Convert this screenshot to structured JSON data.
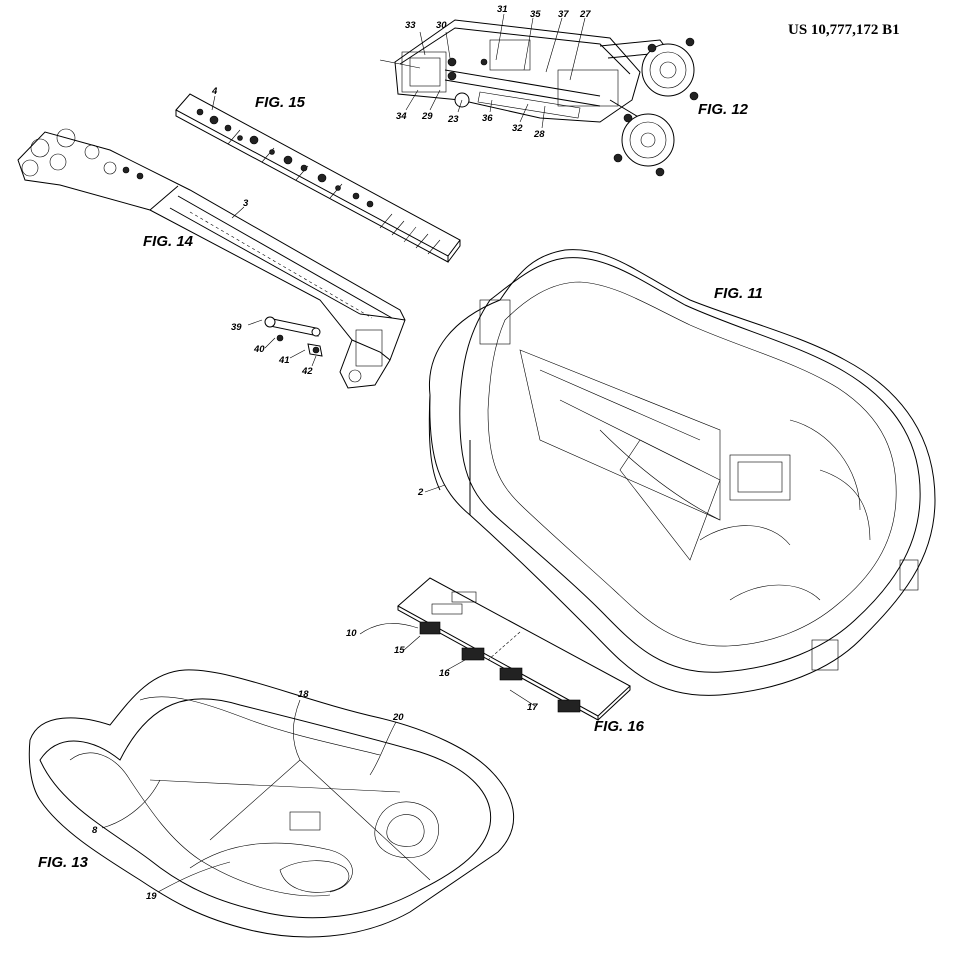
{
  "header": {
    "patent_number": "US 10,777,172 B1"
  },
  "figures": {
    "fig11": "FIG. 11",
    "fig12": "FIG. 12",
    "fig13": "FIG. 13",
    "fig14": "FIG. 14",
    "fig15": "FIG. 15",
    "fig16": "FIG. 16"
  },
  "refs": {
    "r2": "2",
    "r3": "3",
    "r4": "4",
    "r8": "8",
    "r10": "10",
    "r15": "15",
    "r16": "16",
    "r17": "17",
    "r18": "18",
    "r19": "19",
    "r20": "20",
    "r23": "23",
    "r27": "27",
    "r28": "28",
    "r29": "29",
    "r30": "30",
    "r31": "31",
    "r32": "32",
    "r33": "33",
    "r34": "34",
    "r35": "35",
    "r36": "36",
    "r37": "37",
    "r39": "39",
    "r40": "40",
    "r41": "41",
    "r42": "42"
  }
}
